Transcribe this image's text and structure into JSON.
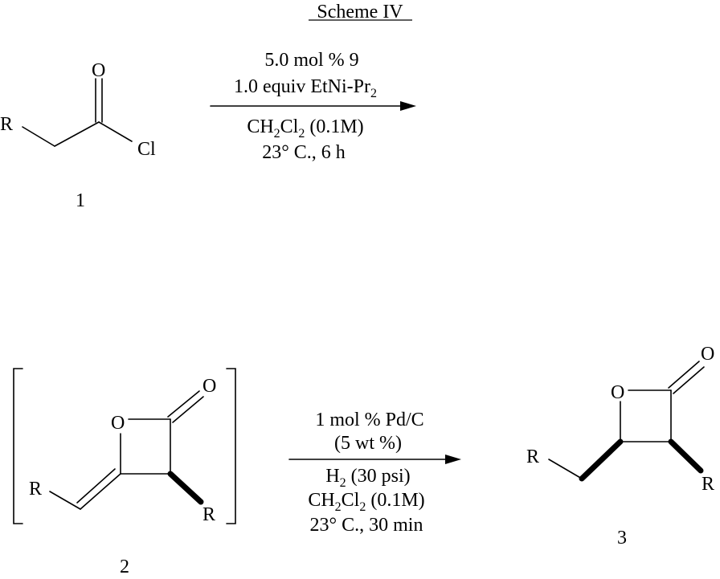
{
  "scheme": {
    "title": "Scheme IV"
  },
  "step1": {
    "conditions_above": [
      "5.0 mol % 9",
      "1.0 equiv EtNi-Pr"
    ],
    "conditions_above_sub": "2",
    "solvent": {
      "prefix": "CH",
      "sub1": "2",
      "mid": "Cl",
      "sub2": "2",
      "suffix": " (0.1M)"
    },
    "temp_time": "23° C., 6 h"
  },
  "step2": {
    "conditions_above": [
      "1 mol % Pd/C",
      "(5 wt %)"
    ],
    "h2": {
      "prefix": "H",
      "sub": "2",
      "suffix": " (30 psi)"
    },
    "solvent": {
      "prefix": "CH",
      "sub1": "2",
      "mid": "Cl",
      "sub2": "2",
      "suffix": " (0.1M)"
    },
    "temp_time": "23° C., 30 min"
  },
  "compounds": {
    "c1": {
      "number": "1",
      "atoms": {
        "R": "R",
        "O": "O",
        "Cl": "Cl"
      }
    },
    "c2": {
      "number": "2",
      "atoms": {
        "R1": "R",
        "R2": "R",
        "O_ring": "O",
        "O_carbonyl": "O"
      }
    },
    "c3": {
      "number": "3",
      "atoms": {
        "R1": "R",
        "R2": "R",
        "O_ring": "O",
        "O_carbonyl": "O"
      }
    }
  }
}
